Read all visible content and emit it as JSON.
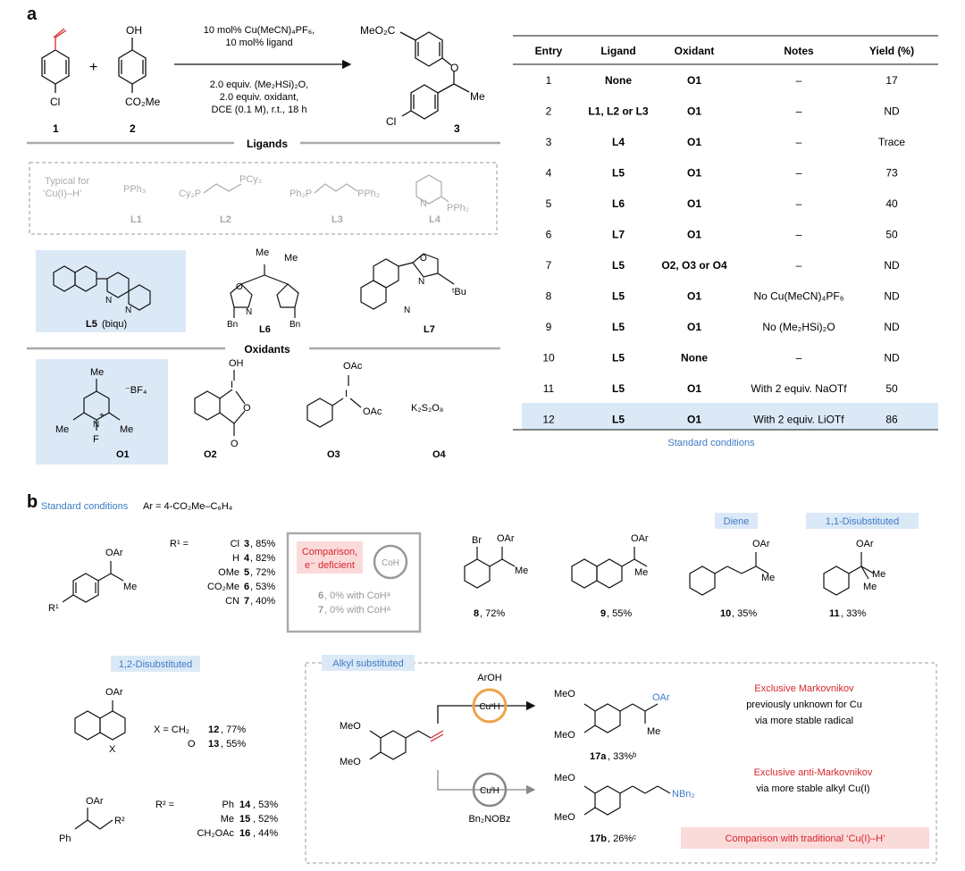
{
  "panel_a": {
    "label": "a",
    "reaction": {
      "alkene_label": "1",
      "plus": "+",
      "phenol_label": "2",
      "phenol_oh": "OH",
      "phenol_ester": "CO₂Me",
      "alkene_cl": "Cl",
      "product_label": "3",
      "product_ester": "MeO₂C",
      "product_o": "O",
      "product_me": "Me",
      "product_cl": "Cl",
      "cond_above_1": "10 mol% Cu(MeCN)₄PF₆,",
      "cond_above_2": "10 mol% ligand",
      "cond_below_1": "2.0 equiv. (Me₂HSi)₂O,",
      "cond_below_2": "2.0 equiv. oxidant,",
      "cond_below_3": "DCE (0.1 M), r.t., 18 h"
    },
    "ligands_header": "Ligands",
    "typical_1": "Typical for",
    "typical_2": "‘Cu(I)–H’",
    "ligands": {
      "L1_formula": "PPh₃",
      "L1": "L1",
      "L2_left": "Cy₂P",
      "L2_right": "PCy₂",
      "L2": "L2",
      "L3_left": "Ph₂P",
      "L3_right": "PPh₂",
      "L3": "L3",
      "L4_n": "N",
      "L4_p": "PPh₂",
      "L4": "L4",
      "L5": "L5",
      "L5_note": "(biqu)",
      "L5_n1": "N",
      "L5_n2": "N",
      "L6": "L6",
      "L6_me1": "Me",
      "L6_me2": "Me",
      "L6_bn1": "Bn",
      "L6_bn2": "Bn",
      "L6_o": "O",
      "L6_n": "N",
      "L7": "L7",
      "L7_tbu": "ᵗBu",
      "L7_o": "O",
      "L7_n": "N"
    },
    "oxidants_header": "Oxidants",
    "oxidants": {
      "O1": "O1",
      "O1_me": "Me",
      "O1_bf4": "⁻BF₄",
      "O1_f": "F",
      "O1_n": "N",
      "O1_plus": "+",
      "O2": "O2",
      "O2_oh": "OH",
      "O2_i": "I",
      "O2_o": "O",
      "O3": "O3",
      "O3_oac": "OAc",
      "O3_i": "I",
      "O4": "O4",
      "O4_formula": "K₂S₂O₈"
    },
    "table": {
      "headers": [
        "Entry",
        "Ligand",
        "Oxidant",
        "Notes",
        "Yield (%)"
      ],
      "rows": [
        [
          "1",
          "None",
          "O1",
          "–",
          "17"
        ],
        [
          "2",
          "L1, L2 or L3",
          "O1",
          "–",
          "ND"
        ],
        [
          "3",
          "L4",
          "O1",
          "–",
          "Trace"
        ],
        [
          "4",
          "L5",
          "O1",
          "–",
          "73"
        ],
        [
          "5",
          "L6",
          "O1",
          "–",
          "40"
        ],
        [
          "6",
          "L7",
          "O1",
          "–",
          "50"
        ],
        [
          "7",
          "L5",
          "O2, O3 or O4",
          "–",
          "ND"
        ],
        [
          "8",
          "L5",
          "O1",
          "No Cu(MeCN)₄PF₆",
          "ND"
        ],
        [
          "9",
          "L5",
          "O1",
          "No (Me₂HSi)₂O",
          "ND"
        ],
        [
          "10",
          "L5",
          "None",
          "–",
          "ND"
        ],
        [
          "11",
          "L5",
          "O1",
          "With 2 equiv. NaOTf",
          "50"
        ],
        [
          "12",
          "L5",
          "O1",
          "With 2 equiv. LiOTf",
          "86"
        ]
      ],
      "footer": "Standard conditions"
    }
  },
  "panel_b": {
    "label": "b",
    "standard_conditions": "Standard conditions",
    "ar_def": "Ar = 4-CO₂Me–C₆H₄",
    "r1_series": {
      "oar": "OAr",
      "me": "Me",
      "r1_sub": "R¹",
      "prefix": "R¹ =",
      "rows": [
        {
          "sub": "Cl",
          "cmpd": "3",
          "yield": ", 85%"
        },
        {
          "sub": "H",
          "cmpd": "4",
          "yield": ", 82%"
        },
        {
          "sub": "OMe",
          "cmpd": "5",
          "yield": ", 72%"
        },
        {
          "sub": "CO₂Me",
          "cmpd": "6",
          "yield": ", 53%"
        },
        {
          "sub": "CN",
          "cmpd": "7",
          "yield": ", 40%"
        }
      ]
    },
    "comparison": {
      "title_1": "Comparison,",
      "title_2": "e⁻ deficient",
      "coh": "CoH",
      "line1_cmpd": "6",
      "line1": ", 0% with CoHᵃ",
      "line2_cmpd": "7",
      "line2": ", 0% with CoHᵃ"
    },
    "tags": {
      "diene": "Diene",
      "disub11": "1,1-Disubstituted",
      "disub12": "1,2-Disubstituted",
      "alkyl": "Alkyl substituted"
    },
    "compounds": {
      "c8": {
        "br": "Br",
        "oar": "OAr",
        "me": "Me",
        "cmpd": "8",
        "yield": ", 72%"
      },
      "c9": {
        "oar": "OAr",
        "me": "Me",
        "cmpd": "9",
        "yield": ", 55%"
      },
      "c10": {
        "oar": "OAr",
        "me": "Me",
        "cmpd": "10",
        "yield": ", 35%"
      },
      "c11": {
        "oar": "OAr",
        "me1": "Me",
        "me2": "Me",
        "cmpd": "11",
        "yield": ", 33%"
      }
    },
    "chroman": {
      "oar": "OAr",
      "x": "X",
      "row1_prefix": "X = CH₂",
      "row1_cmpd": "12",
      "row1_yield": ", 77%",
      "row2_prefix": "O",
      "row2_cmpd": "13",
      "row2_yield": ", 55%"
    },
    "r2_series": {
      "oar": "OAr",
      "ph": "Ph",
      "r2": "R²",
      "prefix": "R² =",
      "rows": [
        {
          "sub": "Ph",
          "cmpd": "14",
          "yield": ", 53%"
        },
        {
          "sub": "Me",
          "cmpd": "15",
          "yield": ", 52%"
        },
        {
          "sub": "CH₂OAc",
          "cmpd": "16",
          "yield": ", 44%"
        }
      ]
    },
    "alkyl": {
      "meo1": "MeO",
      "meo2": "MeO",
      "aroh": "ArOH",
      "cuxh": "CuˣH",
      "cuih": "CuᴵH",
      "bn2nobz": "Bn₂NOBz",
      "p17a_meo1": "MeO",
      "p17a_meo2": "MeO",
      "p17a_oar": "OAr",
      "p17a_me": "Me",
      "p17a_cmpd": "17a",
      "p17a_yield": ", 33%ᵇ",
      "p17b_meo1": "MeO",
      "p17b_meo2": "MeO",
      "p17b_nbn2": "NBn₂",
      "p17b_cmpd": "17b",
      "p17b_yield": ", 26%ᶜ",
      "mark_title": "Exclusive Markovnikov",
      "mark_l2": "previously unknown for Cu",
      "mark_l3": "via more stable radical",
      "anti_title": "Exclusive anti-Markovnikov",
      "anti_l2": "via more stable alkyl Cu(I)",
      "comparison": "Comparison with traditional ‘Cu(I)–H’"
    }
  },
  "colors": {
    "blue_bg": "#dbe9f7",
    "blue_text": "#3d7bc4",
    "red_text": "#d7262b",
    "pink_bg": "#fbdada",
    "orange": "#f0a24a",
    "gray": "#999999"
  }
}
